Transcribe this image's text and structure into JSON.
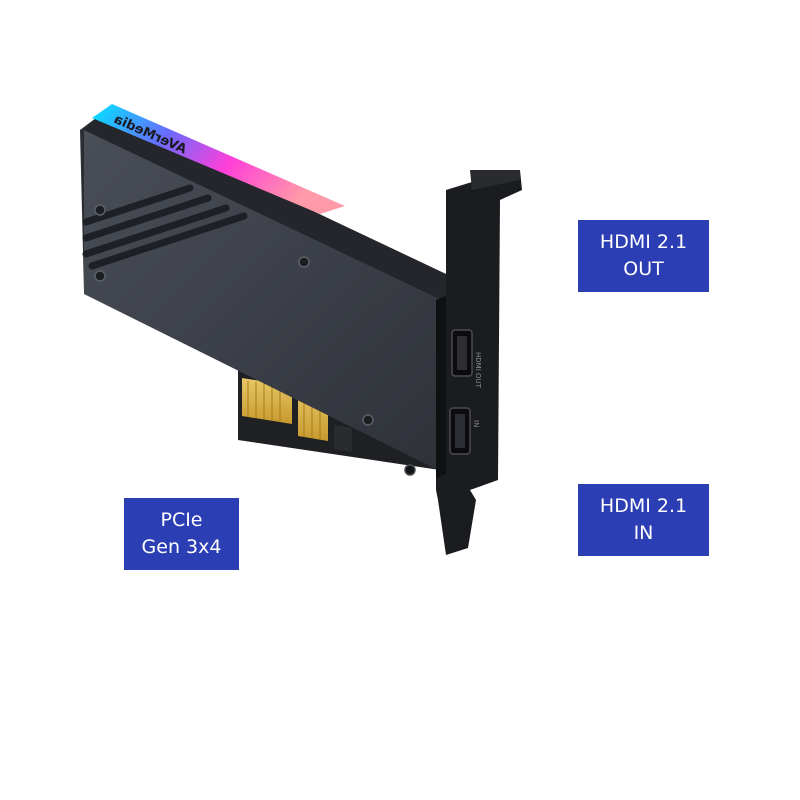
{
  "product": {
    "brand_logo_text": "AVerMedia",
    "bracket_port_labels": {
      "top": "HDMI OUT",
      "bottom": "IN"
    }
  },
  "callouts": {
    "hdmi_out": {
      "line1": "HDMI 2.1",
      "line2": "OUT"
    },
    "hdmi_in": {
      "line1": "HDMI 2.1",
      "line2": "IN"
    },
    "pcie": {
      "line1": "PCIe",
      "line2": "Gen 3x4"
    }
  },
  "colors": {
    "callout_bg": "#2c3eb4",
    "card_body": "#3b3f47",
    "bracket": "#1b1c1f",
    "gold_contacts": "#d8b24a",
    "rgb_gradient": [
      "#00e0ff",
      "#6a5cff",
      "#ff3fd8",
      "#ff7aa8"
    ]
  }
}
